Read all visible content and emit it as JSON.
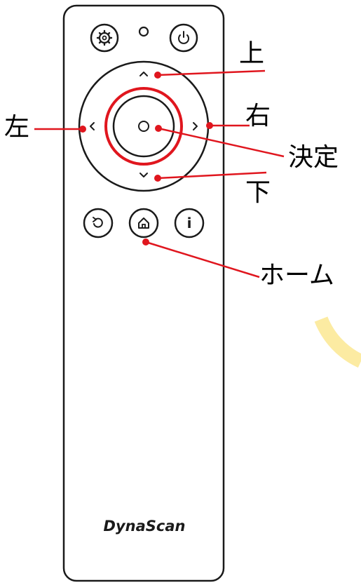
{
  "brand": "DynaScan",
  "labels": {
    "up": "上",
    "down": "下",
    "left": "左",
    "right": "右",
    "ok": "決定",
    "home": "ホーム"
  },
  "button_glyphs": {
    "info": "i"
  },
  "colors": {
    "callout": "#e0161e",
    "outline": "#1a1a1a",
    "watermark": "#fbe27a"
  },
  "icons": [
    "settings-icon",
    "led-indicator",
    "power-icon",
    "chevron-up-icon",
    "chevron-down-icon",
    "chevron-left-icon",
    "chevron-right-icon",
    "ok-circle-icon",
    "back-icon",
    "home-icon",
    "info-icon"
  ]
}
